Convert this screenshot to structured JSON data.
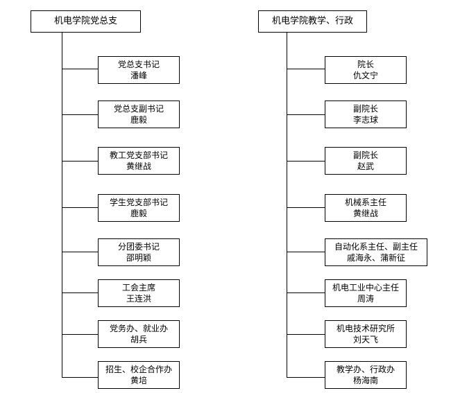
{
  "left_tree": {
    "root": "机电学院党总支",
    "nodes": [
      {
        "title": "党总支书记",
        "name": "潘峰"
      },
      {
        "title": "党总支副书记",
        "name": "鹿毅"
      },
      {
        "title": "教工党支部书记",
        "name": "黄继战"
      },
      {
        "title": "学生党支部书记",
        "name": "鹿毅"
      },
      {
        "title": "分团委书记",
        "name": "邵明颖"
      },
      {
        "title": "工会主席",
        "name": "王连洪"
      },
      {
        "title": "党务办、就业办",
        "name": "胡兵"
      },
      {
        "title": "招生、校企合作办",
        "name": "黄培"
      }
    ]
  },
  "right_tree": {
    "root": "机电学院教学、行政",
    "nodes": [
      {
        "title": "院长",
        "name": "仇文宁"
      },
      {
        "title": "副院长",
        "name": "李志球"
      },
      {
        "title": "副院长",
        "name": "赵武"
      },
      {
        "title": "机械系主任",
        "name": "黄继战"
      },
      {
        "title": "自动化系主任、副主任",
        "name": "戚海永、蒲新征"
      },
      {
        "title": "机电工业中心主任",
        "name": "周涛"
      },
      {
        "title": "机电技术研究所",
        "name": "刘天飞"
      },
      {
        "title": "教学办、行政办",
        "name": "杨海南"
      }
    ]
  }
}
